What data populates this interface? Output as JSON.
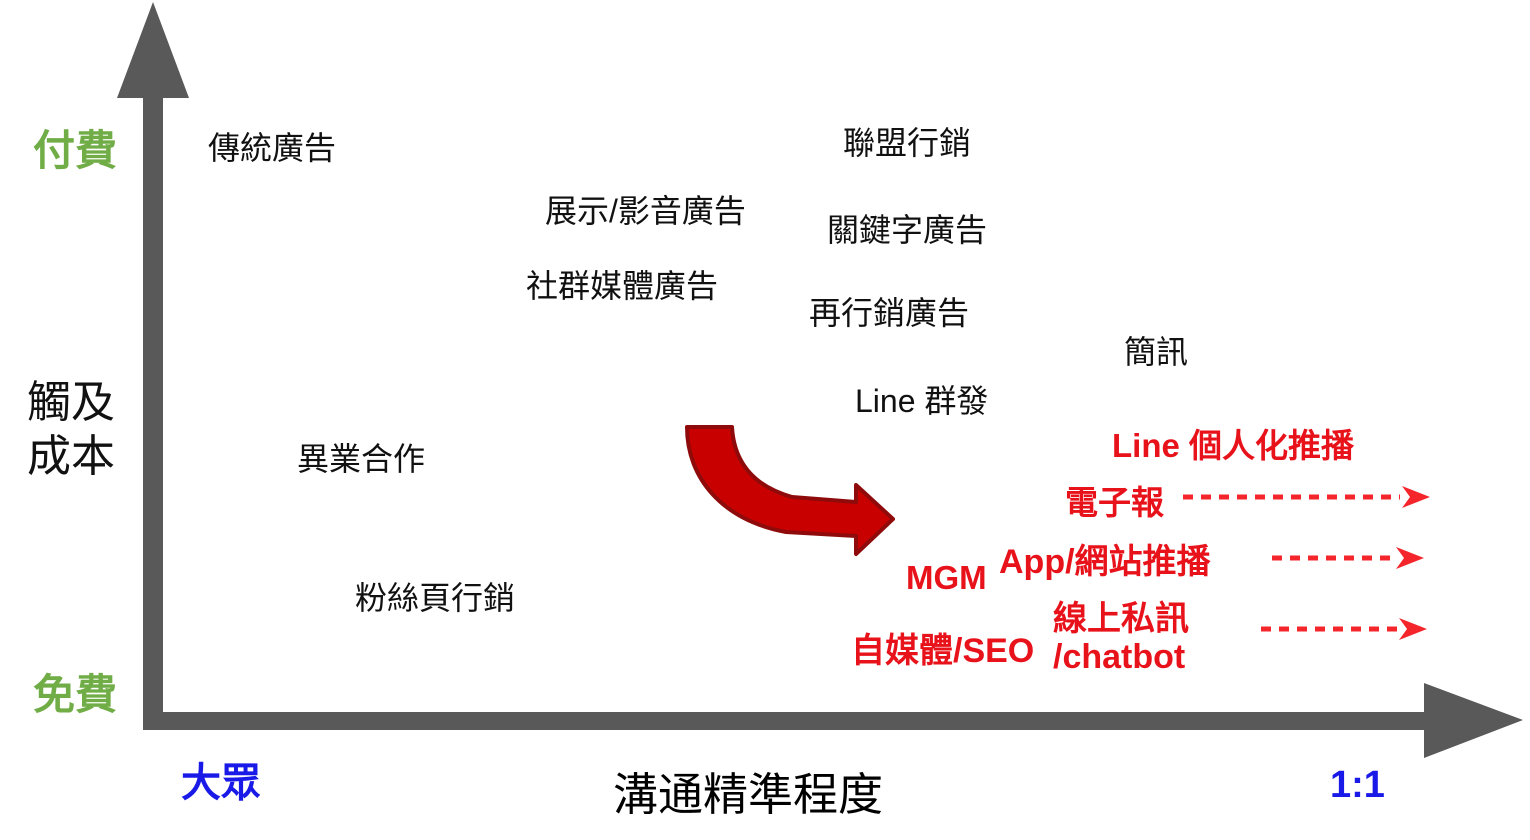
{
  "colors": {
    "axis_gray": "#595959",
    "paid_free_green": "#70AD47",
    "mass_one_blue": "#1A1AE8",
    "highlight_red": "#E8121B",
    "dashed_arrow_red": "#F4262C",
    "curved_arrow_fill": "#C90000",
    "curved_arrow_stroke": "#8F0A0A"
  },
  "axes": {
    "y_title": "觸及\n成本",
    "y_top_label": "付費",
    "y_bottom_label": "免費",
    "x_title": "溝通精準程度",
    "x_left_label": "大眾",
    "x_right_label": "1:1"
  },
  "channels": {
    "traditional_ads": "傳統廣告",
    "display_video_ads": "展示/影音廣告",
    "social_media_ads": "社群媒體廣告",
    "affiliate_marketing": "聯盟行銷",
    "keyword_ads": "關鍵字廣告",
    "remarketing_ads": "再行銷廣告",
    "sms": "簡訊",
    "line_broadcast": "Line 群發",
    "cross_industry_partnership": "異業合作",
    "fan_page_marketing": "粉絲頁行銷"
  },
  "highlighted": {
    "line_personalized_push": "Line 個人化推播",
    "newsletter": "電子報",
    "app_site_push": "App/網站推播",
    "mgm": "MGM",
    "self_media_seo": "自媒體/SEO",
    "online_private_message_chatbot": "線上私訊\n/chatbot"
  }
}
